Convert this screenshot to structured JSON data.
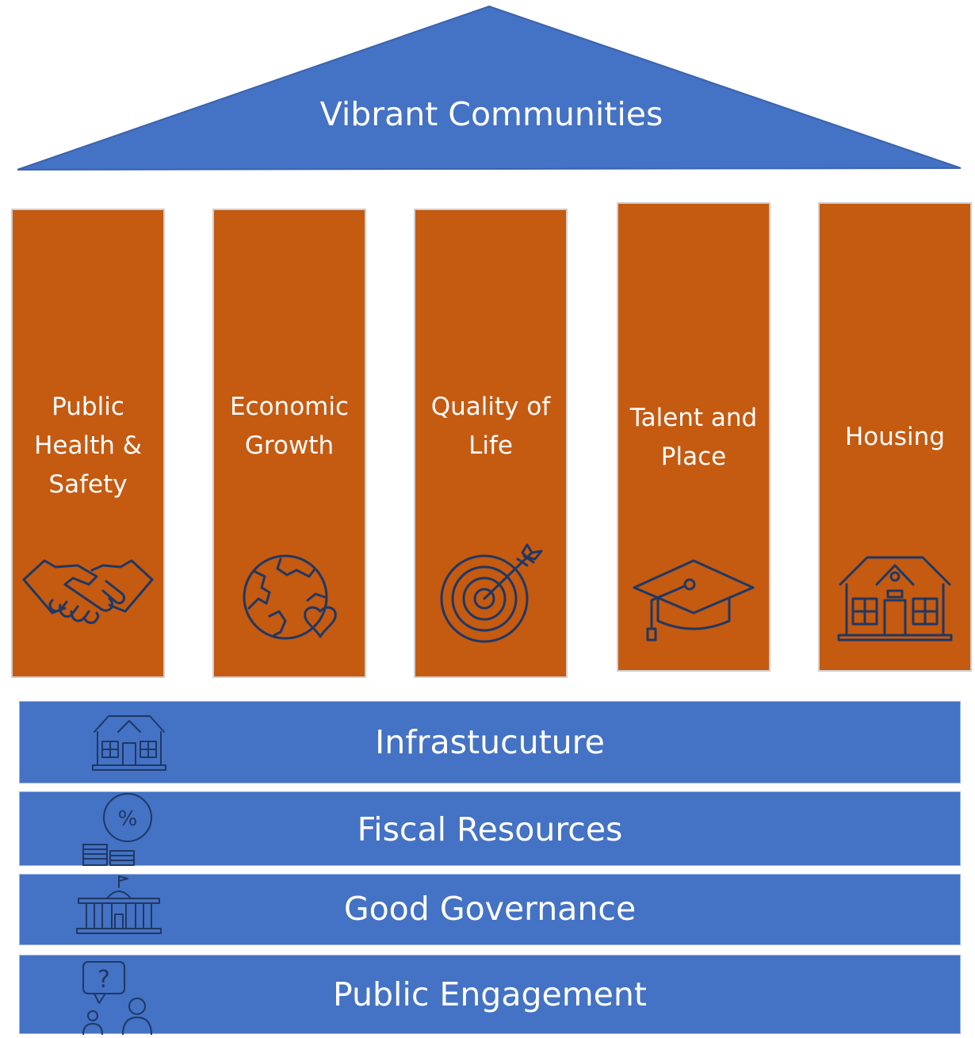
{
  "roof": {
    "title": "Vibrant Communities",
    "color": "#4472c4"
  },
  "pillars": [
    {
      "label": "Public\nHealth &\nSafety",
      "icon": "handshake-icon"
    },
    {
      "label": "Economic\nGrowth",
      "icon": "globe-heart-icon"
    },
    {
      "label": "Quality of\nLife",
      "icon": "target-arrow-icon"
    },
    {
      "label": "Talent and\nPlace",
      "icon": "graduation-cap-icon"
    },
    {
      "label": "Housing",
      "icon": "house-icon"
    }
  ],
  "pillar_color": "#c55a11",
  "foundation": [
    {
      "label": "Infrastucuture",
      "icon": "building-icon"
    },
    {
      "label": "Fiscal Resources",
      "icon": "coins-percent-icon"
    },
    {
      "label": "Good Governance",
      "icon": "government-building-icon"
    },
    {
      "label": "Public  Engagement",
      "icon": "question-people-icon"
    }
  ],
  "band_color": "#4472c4",
  "icon_color": "#1f3864"
}
